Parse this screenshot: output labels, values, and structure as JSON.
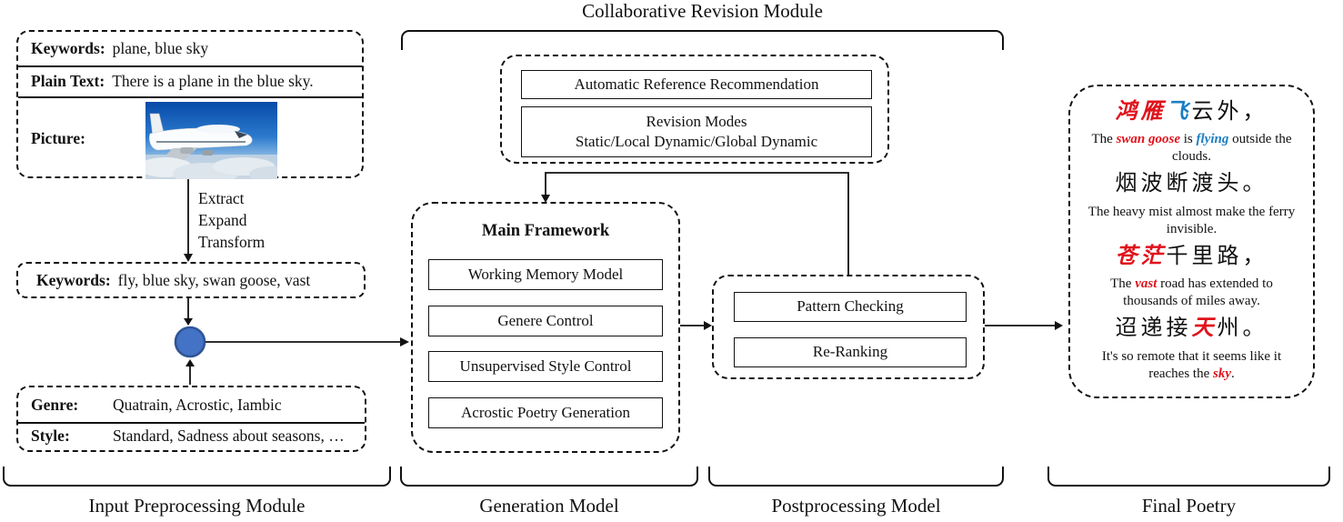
{
  "title_top": "Collaborative Revision Module",
  "colors": {
    "accent_red": "#e0121b",
    "accent_blue": "#1b7ec2",
    "circle_fill": "#4472C4",
    "circle_stroke": "#2F5597"
  },
  "input_box": {
    "keywords_label": "Keywords:",
    "keywords_value": "plane, blue sky",
    "plain_text_label": "Plain Text:",
    "plain_text_value": "There is a plane in the blue sky.",
    "picture_label": "Picture:"
  },
  "transform_steps": [
    "Extract",
    "Expand",
    "Transform"
  ],
  "expanded_keywords": {
    "label": "Keywords:",
    "value": "fly, blue sky, swan goose, vast"
  },
  "genre_style_box": {
    "genre_label": "Genre:",
    "genre_value": "Quatrain, Acrostic, Iambic",
    "style_label": "Style:",
    "style_value": "Standard, Sadness about seasons, …"
  },
  "revision_module": {
    "box1": "Automatic Reference Recommendation",
    "box2_line1": "Revision Modes",
    "box2_line2": "Static/Local Dynamic/Global Dynamic"
  },
  "main_framework": {
    "title": "Main Framework",
    "boxes": [
      "Working Memory Model",
      "Genere Control",
      "Unsupervised Style Control",
      "Acrostic Poetry Generation"
    ]
  },
  "postprocessing": {
    "boxes": [
      "Pattern Checking",
      "Re-Ranking"
    ]
  },
  "final_poetry": {
    "lines": [
      {
        "zh": [
          {
            "t": "鸿雁",
            "c": "red"
          },
          {
            "t": "飞",
            "c": "blue"
          },
          {
            "t": "云外，",
            "c": "black"
          }
        ],
        "en": [
          {
            "t": "The ",
            "c": "black"
          },
          {
            "t": "swan goose",
            "c": "red"
          },
          {
            "t": " is ",
            "c": "black"
          },
          {
            "t": "flying",
            "c": "blue"
          },
          {
            "t": " outside the clouds.",
            "c": "black"
          }
        ]
      },
      {
        "zh": [
          {
            "t": "烟波断渡头。",
            "c": "black"
          }
        ],
        "en": [
          {
            "t": "The heavy mist almost make the ferry invisible.",
            "c": "black"
          }
        ]
      },
      {
        "zh": [
          {
            "t": "苍茫",
            "c": "red"
          },
          {
            "t": "千里路，",
            "c": "black"
          }
        ],
        "en": [
          {
            "t": "The ",
            "c": "black"
          },
          {
            "t": "vast",
            "c": "red"
          },
          {
            "t": " road has extended to thousands of miles away.",
            "c": "black"
          }
        ]
      },
      {
        "zh": [
          {
            "t": "迢递接",
            "c": "black"
          },
          {
            "t": "天",
            "c": "red"
          },
          {
            "t": "州。",
            "c": "black"
          }
        ],
        "en": [
          {
            "t": "It's so remote that it seems like it reaches the ",
            "c": "black"
          },
          {
            "t": "sky",
            "c": "red"
          },
          {
            "t": ".",
            "c": "black"
          }
        ]
      }
    ]
  },
  "module_labels": [
    "Input Preprocessing Module",
    "Generation Model",
    "Postprocessing Model",
    "Final Poetry"
  ]
}
